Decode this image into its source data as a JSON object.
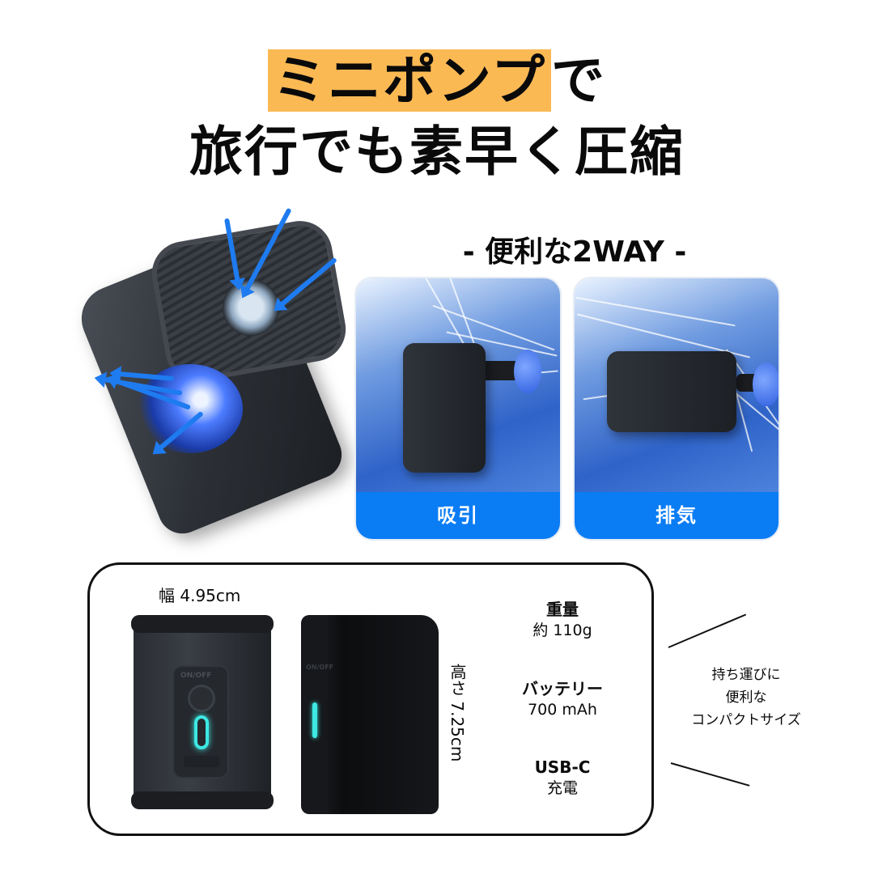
{
  "headline": {
    "highlight": "ミニポンプ",
    "line1_suffix": "で",
    "line2": "旅行でも素早く圧縮",
    "highlight_color": "#fbb954"
  },
  "hero": {
    "image": "mini-pump-with-airflow-arrows",
    "arrow_color": "#1e7bf0"
  },
  "modes": {
    "title": "- 便利な2WAY -",
    "label_color": "#0a7cf4",
    "items": [
      {
        "label": "吸引",
        "image": "pump-suction-mode"
      },
      {
        "label": "排気",
        "image": "pump-exhaust-mode"
      }
    ]
  },
  "specs": {
    "width_label": "幅 4.95cm",
    "height_label": "高さ 7.25cm",
    "front_button_label": "ON/OFF",
    "items": [
      {
        "title": "重量",
        "value": "約 110g"
      },
      {
        "title": "バッテリー",
        "value": "700 mAh"
      },
      {
        "title": "USB-C",
        "value": "充電"
      }
    ],
    "callout": [
      "持ち運びに",
      "便利な",
      "コンパクトサイズ"
    ],
    "led_color": "#3de8e2"
  }
}
